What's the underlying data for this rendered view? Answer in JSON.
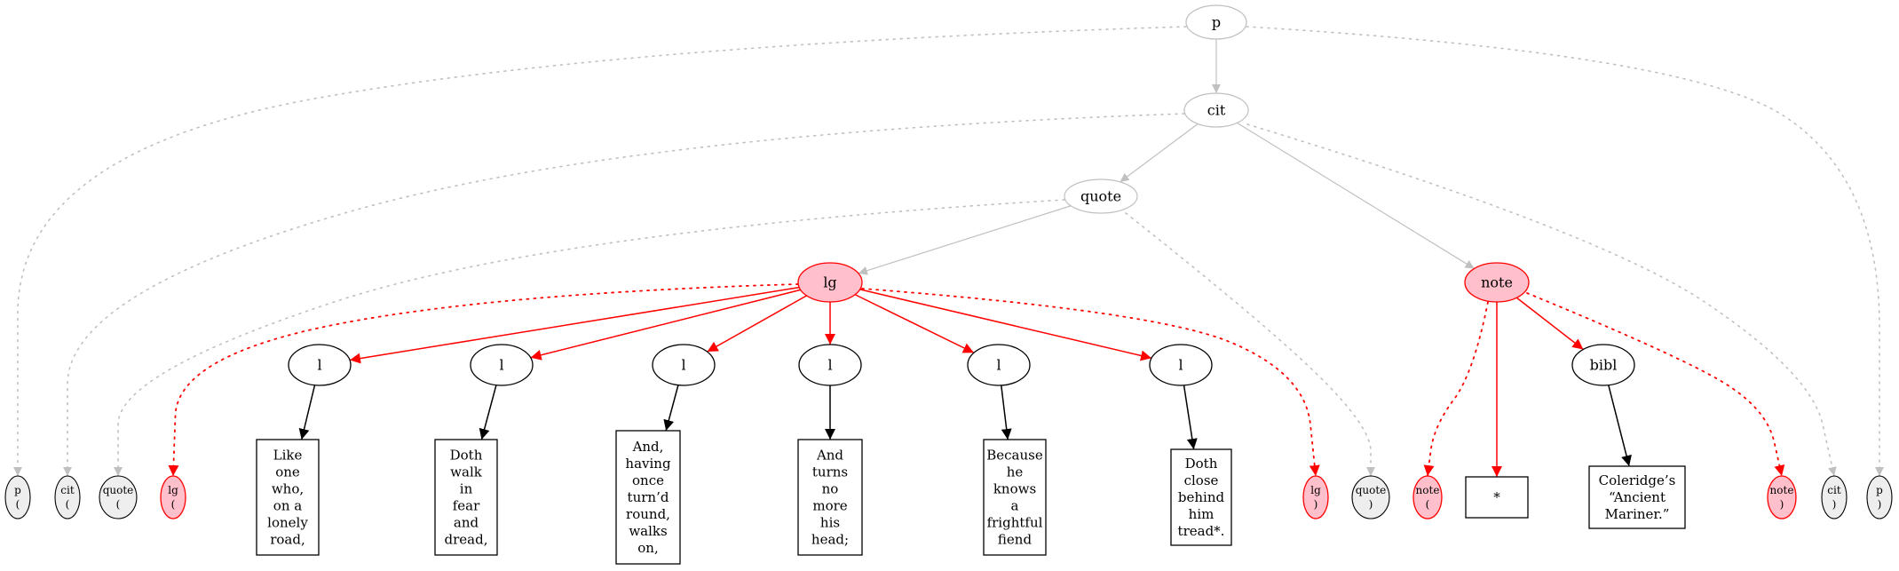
{
  "graph": {
    "nodes": [
      {
        "id": "p",
        "label": [
          "p"
        ],
        "kind": "gray"
      },
      {
        "id": "cit",
        "label": [
          "cit"
        ],
        "kind": "gray"
      },
      {
        "id": "quote",
        "label": [
          "quote"
        ],
        "kind": "gray"
      },
      {
        "id": "lg",
        "label": [
          "lg"
        ],
        "kind": "pink"
      },
      {
        "id": "note",
        "label": [
          "note"
        ],
        "kind": "pink"
      },
      {
        "id": "l1",
        "label": [
          "l"
        ],
        "kind": "black"
      },
      {
        "id": "l2",
        "label": [
          "l"
        ],
        "kind": "black"
      },
      {
        "id": "l3",
        "label": [
          "l"
        ],
        "kind": "black"
      },
      {
        "id": "l4",
        "label": [
          "l"
        ],
        "kind": "black"
      },
      {
        "id": "l5",
        "label": [
          "l"
        ],
        "kind": "black"
      },
      {
        "id": "l6",
        "label": [
          "l"
        ],
        "kind": "black"
      },
      {
        "id": "bibl",
        "label": [
          "bibl"
        ],
        "kind": "black"
      },
      {
        "id": "t1",
        "label": [
          "Like",
          "one",
          "who,",
          "on a",
          "lonely",
          "road,"
        ],
        "kind": "text"
      },
      {
        "id": "t2",
        "label": [
          "Doth",
          "walk",
          "in",
          "fear",
          "and",
          "dread,"
        ],
        "kind": "text"
      },
      {
        "id": "t3",
        "label": [
          "And,",
          "having",
          "once",
          "turn’d",
          "round,",
          "walks",
          "on,"
        ],
        "kind": "text"
      },
      {
        "id": "t4",
        "label": [
          "And",
          "turns",
          "no",
          "more",
          "his",
          "head;"
        ],
        "kind": "text"
      },
      {
        "id": "t5",
        "label": [
          "Because",
          "he",
          "knows",
          "a",
          "frightful",
          "fiend"
        ],
        "kind": "text"
      },
      {
        "id": "t6",
        "label": [
          "Doth",
          "close",
          "behind",
          "him",
          "tread*."
        ],
        "kind": "text"
      },
      {
        "id": "t7",
        "label": [
          "*"
        ],
        "kind": "text"
      },
      {
        "id": "t8",
        "label": [
          "Coleridge’s",
          "“Ancient",
          "Mariner.”"
        ],
        "kind": "text"
      },
      {
        "id": "pO",
        "label": [
          "p",
          "("
        ],
        "kind": "marker-gray"
      },
      {
        "id": "citO",
        "label": [
          "cit",
          "("
        ],
        "kind": "marker-gray"
      },
      {
        "id": "quoteO",
        "label": [
          "quote",
          "("
        ],
        "kind": "marker-gray"
      },
      {
        "id": "lgO",
        "label": [
          "lg",
          "("
        ],
        "kind": "marker-pink"
      },
      {
        "id": "lgC",
        "label": [
          "lg",
          ")"
        ],
        "kind": "marker-pink"
      },
      {
        "id": "quoteC",
        "label": [
          "quote",
          ")"
        ],
        "kind": "marker-gray"
      },
      {
        "id": "noteO",
        "label": [
          "note",
          "("
        ],
        "kind": "marker-pink"
      },
      {
        "id": "noteC",
        "label": [
          "note",
          ")"
        ],
        "kind": "marker-pink"
      },
      {
        "id": "citC",
        "label": [
          "cit",
          ")"
        ],
        "kind": "marker-gray"
      },
      {
        "id": "pC",
        "label": [
          "p",
          ")"
        ],
        "kind": "marker-gray"
      }
    ],
    "edges": [
      {
        "from": "p",
        "to": "cit",
        "style": "gray"
      },
      {
        "from": "cit",
        "to": "quote",
        "style": "gray"
      },
      {
        "from": "cit",
        "to": "note",
        "style": "gray"
      },
      {
        "from": "quote",
        "to": "lg",
        "style": "gray"
      },
      {
        "from": "lg",
        "to": "l1",
        "style": "red"
      },
      {
        "from": "lg",
        "to": "l2",
        "style": "red"
      },
      {
        "from": "lg",
        "to": "l3",
        "style": "red"
      },
      {
        "from": "lg",
        "to": "l4",
        "style": "red"
      },
      {
        "from": "lg",
        "to": "l5",
        "style": "red"
      },
      {
        "from": "lg",
        "to": "l6",
        "style": "red"
      },
      {
        "from": "l1",
        "to": "t1",
        "style": "black"
      },
      {
        "from": "l2",
        "to": "t2",
        "style": "black"
      },
      {
        "from": "l3",
        "to": "t3",
        "style": "black"
      },
      {
        "from": "l4",
        "to": "t4",
        "style": "black"
      },
      {
        "from": "l5",
        "to": "t5",
        "style": "black"
      },
      {
        "from": "l6",
        "to": "t6",
        "style": "black"
      },
      {
        "from": "note",
        "to": "t7",
        "style": "red"
      },
      {
        "from": "note",
        "to": "bibl",
        "style": "red"
      },
      {
        "from": "bibl",
        "to": "t8",
        "style": "black"
      },
      {
        "from": "p",
        "to": "pO",
        "style": "gray-dotted"
      },
      {
        "from": "p",
        "to": "pC",
        "style": "gray-dotted"
      },
      {
        "from": "cit",
        "to": "citO",
        "style": "gray-dotted"
      },
      {
        "from": "cit",
        "to": "citC",
        "style": "gray-dotted"
      },
      {
        "from": "quote",
        "to": "quoteO",
        "style": "gray-dotted"
      },
      {
        "from": "quote",
        "to": "quoteC",
        "style": "gray-dotted"
      },
      {
        "from": "lg",
        "to": "lgO",
        "style": "red-dotted"
      },
      {
        "from": "lg",
        "to": "lgC",
        "style": "red-dotted"
      },
      {
        "from": "note",
        "to": "noteO",
        "style": "red-dotted"
      },
      {
        "from": "note",
        "to": "noteC",
        "style": "red-dotted"
      }
    ]
  },
  "colors": {
    "gray_stroke": "#c0c0c0",
    "gray_marker_fill": "#eeeeee",
    "pink_fill": "#ffc0cb",
    "pink_stroke": "#ff0000",
    "red_edge": "#ff0000",
    "black": "#000000",
    "white": "#ffffff"
  }
}
